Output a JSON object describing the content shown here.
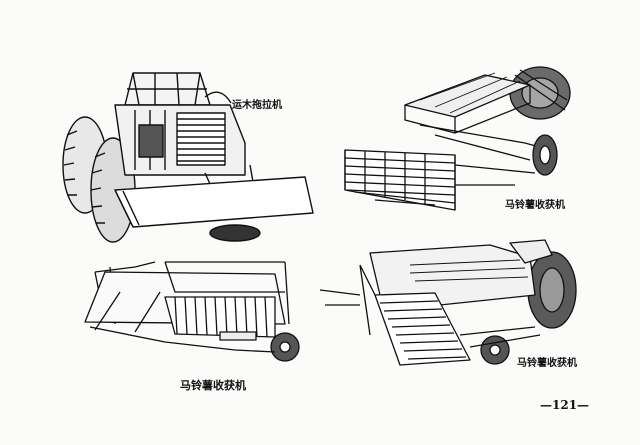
{
  "captions": {
    "log_skidder": "运木拖拉机",
    "potato_harvester_top_right": "马铃薯收获机",
    "potato_harvester_bottom_left": "马铃薯收获机",
    "potato_harvester_bottom_right": "马铃薯收获机"
  },
  "page_number": "—121—"
}
